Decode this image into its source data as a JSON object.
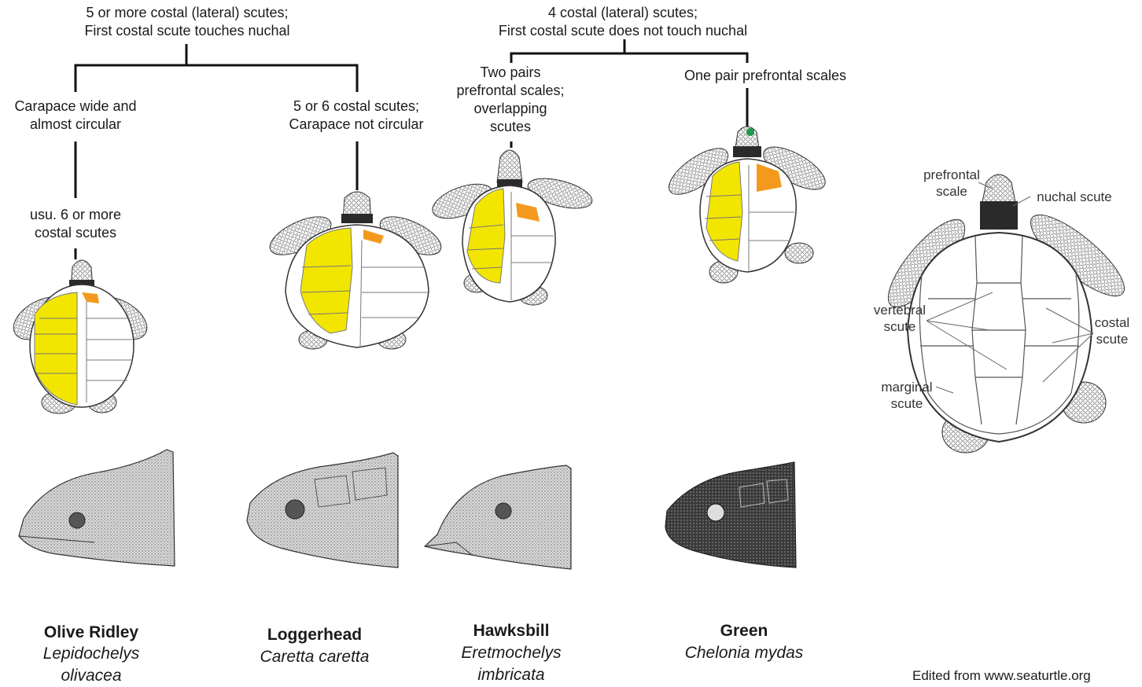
{
  "key": {
    "group_a": {
      "line1": "5 or more costal (lateral) scutes;",
      "line2": "First costal scute touches nuchal"
    },
    "group_b": {
      "line1": "4 costal (lateral) scutes;",
      "line2": "First costal scute does not touch nuchal"
    },
    "a_left": {
      "line1": "Carapace wide and",
      "line2": "almost circular"
    },
    "a_left_sub": {
      "line1": "usu. 6 or more",
      "line2": "costal scutes"
    },
    "a_right": {
      "line1": "5 or 6 costal scutes;",
      "line2": "Carapace not circular"
    },
    "b_left": {
      "line1": "Two pairs",
      "line2": "prefrontal scales;",
      "line3": "overlapping",
      "line4": "scutes"
    },
    "b_right": {
      "line1": "One pair prefrontal scales"
    }
  },
  "species": [
    {
      "common": "Olive Ridley",
      "sci_line1": "Lepidochelys",
      "sci_line2": "olivacea"
    },
    {
      "common": "Loggerhead",
      "sci_line1": "Caretta caretta",
      "sci_line2": ""
    },
    {
      "common": "Hawksbill",
      "sci_line1": "Eretmochelys",
      "sci_line2": "imbricata"
    },
    {
      "common": "Green",
      "sci_line1": "Chelonia mydas",
      "sci_line2": ""
    }
  ],
  "anatomy": {
    "prefrontal": {
      "line1": "prefrontal",
      "line2": "scale"
    },
    "nuchal": "nuchal scute",
    "vertebral": {
      "line1": "vertebral",
      "line2": "scute"
    },
    "costal": {
      "line1": "costal",
      "line2": "scute"
    },
    "marginal": {
      "line1": "marginal",
      "line2": "scute"
    }
  },
  "credit": "Edited from www.seaturtle.org",
  "colors": {
    "costal_highlight": "#f2e600",
    "first_costal": "#f39a1e",
    "prefrontal_mark": "#1a9a4a",
    "line": "#111111"
  }
}
